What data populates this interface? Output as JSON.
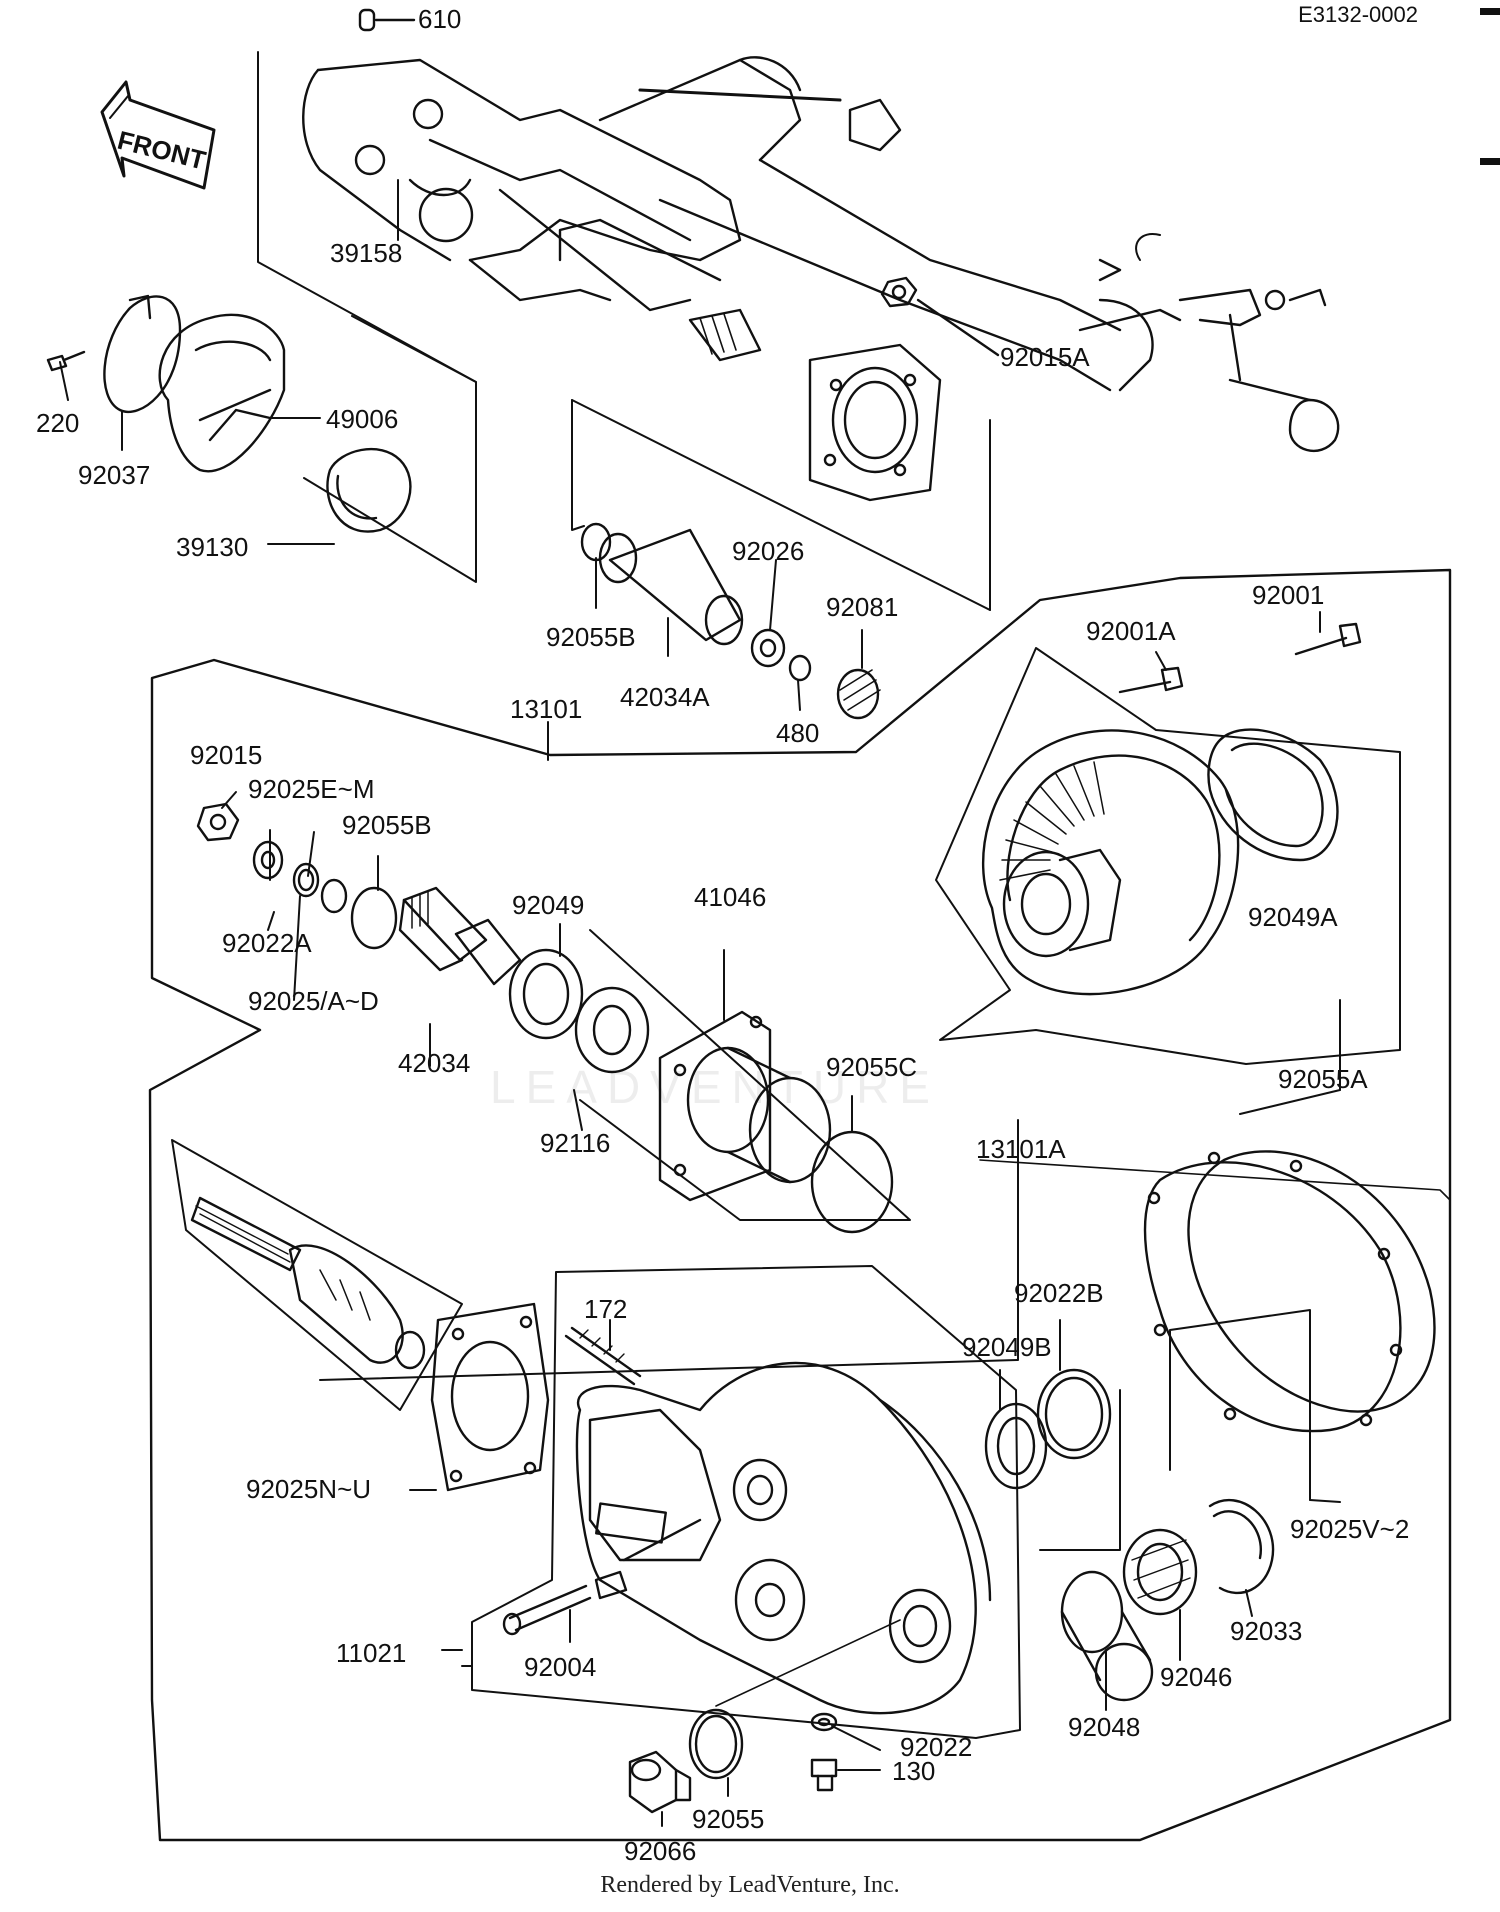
{
  "diagram": {
    "code": "E3132-0002",
    "front_label": "FRONT",
    "footer": "Rendered by LeadVenture, Inc.",
    "watermark": "LEADVENTURE"
  },
  "parts": {
    "p610": "610",
    "p39158": "39158",
    "p92015A": "92015A",
    "p220": "220",
    "p49006": "49006",
    "p92037": "92037",
    "p39130": "39130",
    "p92026": "92026",
    "p92081": "92081",
    "p92001A": "92001A",
    "p92001": "92001",
    "p92055B_top": "92055B",
    "p42034A": "42034A",
    "p480": "480",
    "p13101": "13101",
    "p92015": "92015",
    "p92025EM": "92025E~M",
    "p92055B": "92055B",
    "p92049": "92049",
    "p41046": "41046",
    "p92022A": "92022A",
    "p92025AD": "92025/A~D",
    "p42034": "42034",
    "p92116": "92116",
    "p92055C": "92055C",
    "p92049A": "92049A",
    "p13101A": "13101A",
    "p92055A": "92055A",
    "p172": "172",
    "p92022B": "92022B",
    "p92049B": "92049B",
    "p92025NU": "92025N~U",
    "p92025V2": "92025V~2",
    "p11021": "11021",
    "p92004": "92004",
    "p92033": "92033",
    "p92046": "92046",
    "p92048": "92048",
    "p92022": "92022",
    "p130": "130",
    "p92055": "92055",
    "p92066": "92066"
  }
}
